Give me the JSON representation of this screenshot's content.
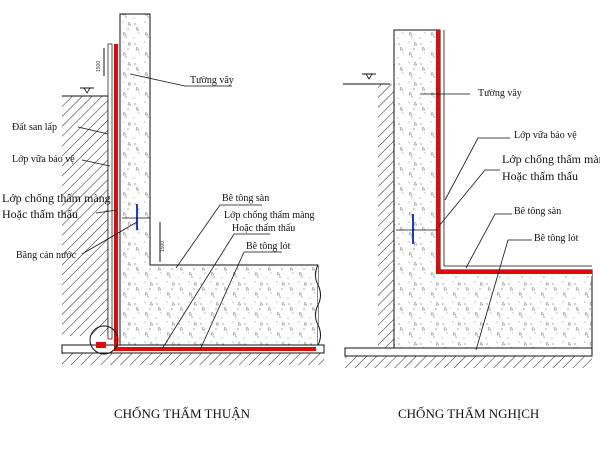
{
  "colors": {
    "membrane": "#e10a0a",
    "waterstop": "#1a3bd6",
    "line": "#111111"
  },
  "left_diagram": {
    "title": "CHỐNG THẤM THUẬN",
    "labels": {
      "tuong_vay": "Tường vây",
      "dat_san_lap": "Đất san lấp",
      "lop_vua_bao_ve": "Lớp vữa bảo vệ",
      "lop_chong_tham_1": "Lớp chống thấm màng",
      "lop_chong_tham_2": "Hoặc thấm thấu",
      "bang_can_nuoc": "Băng cản nước",
      "be_tong_san": "Bê tông sàn",
      "lop_chong_tham_small_1": "Lớp chống thấm màng",
      "lop_chong_tham_small_2": "Hoặc thấm thấu",
      "be_tong_lot": "Bê tông lót"
    },
    "dims": {
      "top": "1500",
      "mid": "1500"
    }
  },
  "right_diagram": {
    "title": "CHỐNG THẤM NGHỊCH",
    "labels": {
      "tuong_vay": "Tường vây",
      "lop_vua_bao_ve": "Lớp vữa bảo vệ",
      "lop_chong_tham_1": "Lớp chống thấm màng",
      "lop_chong_tham_2": "Hoặc thấm thấu",
      "be_tong_san": "Bê tông sàn",
      "be_tong_lot": "Bê tông lót"
    }
  }
}
